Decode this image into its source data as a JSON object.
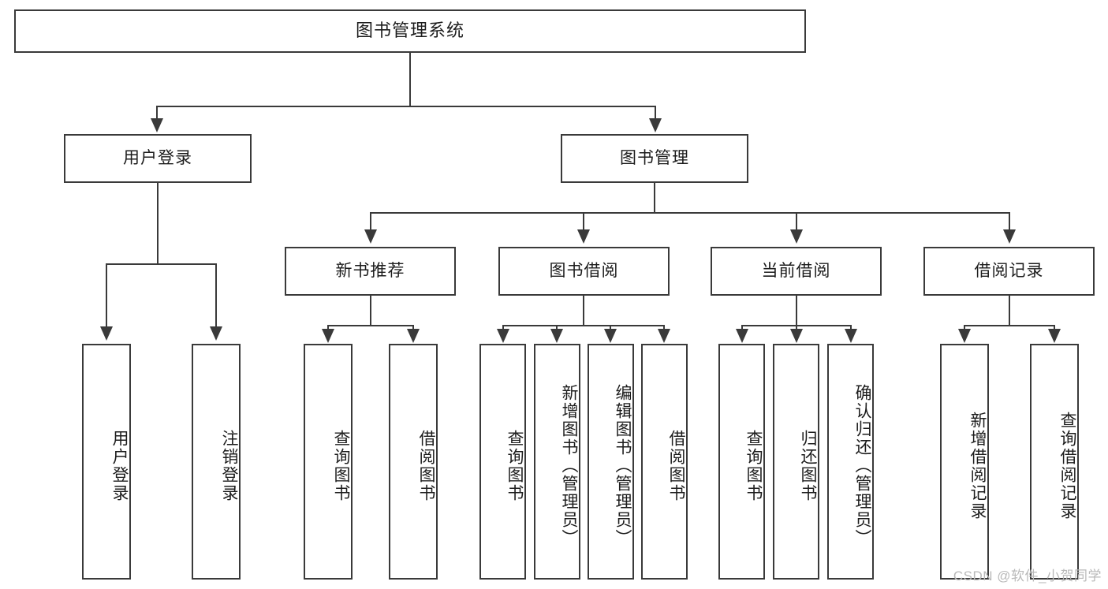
{
  "diagram": {
    "title": "图书管理系统",
    "watermark": "CSDN @软件_小贺同学",
    "colors": {
      "stroke": "#3a3a3a",
      "text": "#1c1c1c",
      "background": "#ffffff",
      "watermark": "#b9b9b9"
    },
    "level2": [
      {
        "id": "user-login",
        "label": "用户登录"
      },
      {
        "id": "book-manage",
        "label": "图书管理"
      }
    ],
    "level3": [
      {
        "id": "new-book-rec",
        "label": "新书推荐"
      },
      {
        "id": "book-borrow",
        "label": "图书借阅"
      },
      {
        "id": "current-borrow",
        "label": "当前借阅"
      },
      {
        "id": "borrow-record",
        "label": "借阅记录"
      }
    ],
    "leaves": {
      "user_login": [
        {
          "id": "leaf-user-login",
          "label": "用户登录"
        },
        {
          "id": "leaf-user-logout",
          "label": "注销登录"
        }
      ],
      "new_book_rec": [
        {
          "id": "leaf-query-book-1",
          "label": "查询图书"
        },
        {
          "id": "leaf-borrow-book-1",
          "label": "借阅图书"
        }
      ],
      "book_borrow": [
        {
          "id": "leaf-query-book-2",
          "label": "查询图书"
        },
        {
          "id": "leaf-add-book",
          "label": "新增图书（管理员）"
        },
        {
          "id": "leaf-edit-book",
          "label": "编辑图书（管理员）"
        },
        {
          "id": "leaf-borrow-book-2",
          "label": "借阅图书"
        }
      ],
      "current_borrow": [
        {
          "id": "leaf-query-book-3",
          "label": "查询图书"
        },
        {
          "id": "leaf-return-book",
          "label": "归还图书"
        },
        {
          "id": "leaf-confirm-return",
          "label": "确认归还（管理员）"
        }
      ],
      "borrow_record": [
        {
          "id": "leaf-add-record",
          "label": "新增借阅记录"
        },
        {
          "id": "leaf-query-record",
          "label": "查询借阅记录"
        }
      ]
    }
  }
}
